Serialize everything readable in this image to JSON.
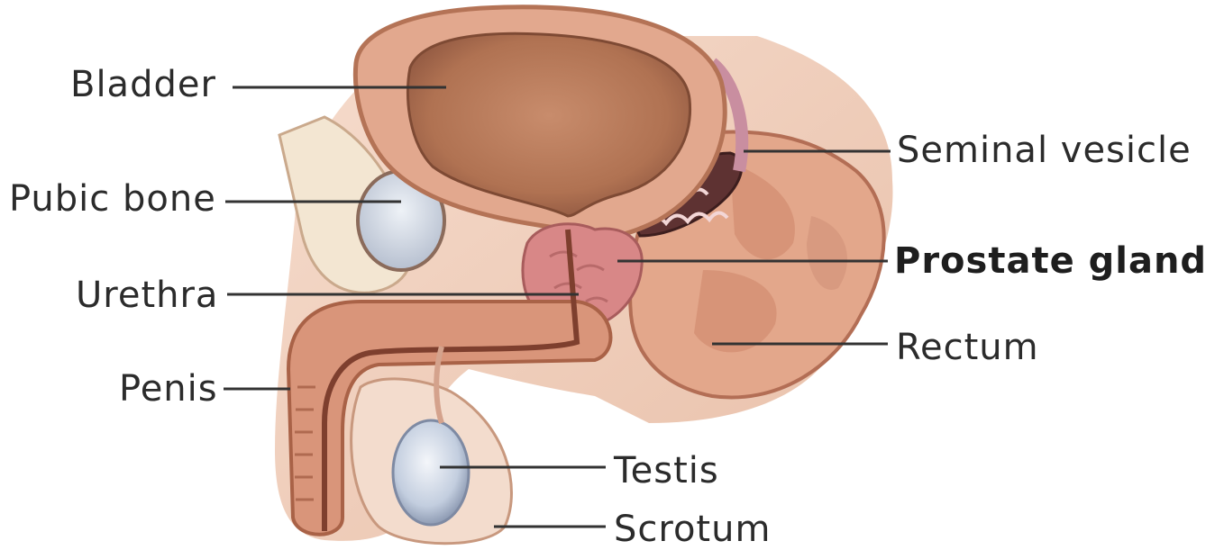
{
  "labels": {
    "bladder": "Bladder",
    "pubic_bone": "Pubic bone",
    "urethra": "Urethra",
    "penis": "Penis",
    "seminal_vesicle": "Seminal vesicle",
    "prostate_gland": "Prostate gland",
    "rectum": "Rectum",
    "testis": "Testis",
    "scrotum": "Scrotum"
  },
  "colors": {
    "background": "#ffffff",
    "tissue_outer": "#e8b49a",
    "tissue_wall": "#d99277",
    "bladder_cavity": "#b87a5a",
    "prostate": "#d98a8a",
    "rectum": "#e2a286",
    "bone": "#f3e6d2",
    "testis": "#c9d4e4",
    "leader_line": "#333333"
  }
}
